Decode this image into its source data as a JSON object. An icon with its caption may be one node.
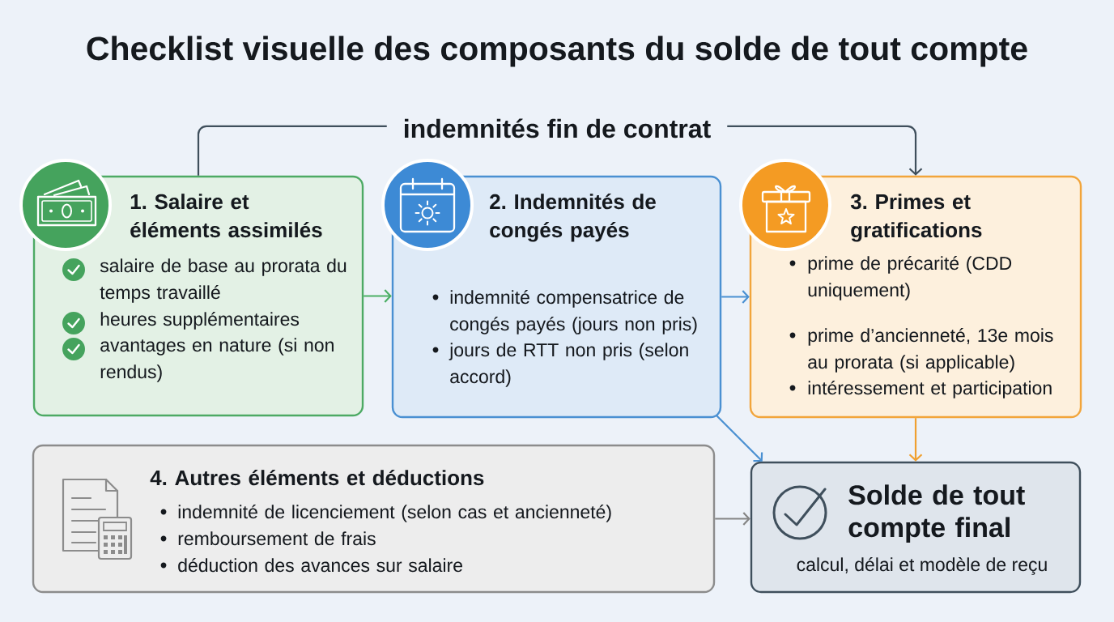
{
  "diagram": {
    "title": "Checklist visuelle des composants du solde de tout compte",
    "nodes": [
      {
        "text": [
          "1. Salaire et éléments assimilés",
          "salaire de base au prorata du temps travaillé",
          "heures supplémentaires",
          "avantages en nature (si non rendus)"
        ]
      },
      {
        "text": [
          "2. Indemnités de congés payés",
          "indemnité compensatrice de congés payés (jours non pris)",
          "jours de RTT non pris (selon accord)"
        ]
      },
      {
        "text": [
          "3. Primes et gratifications",
          "prime de précarité (CDD uniquement)",
          "prime d’ancienneté, 13e mois au prorata (si applicable)",
          "intéressement et participation"
        ]
      },
      {
        "text": [
          "4. Autres éléments et déductions",
          "indemnité de licenciement (selon cas et ancienneté)",
          "remboursement de frais",
          "déduction des avances sur salaire"
        ]
      },
      {
        "text": [
          "Solde de tout compte final",
          "calcul, délai et modèle de reçu"
        ]
      }
    ],
    "edges": [
      {
        "from": 0,
        "to": 2,
        "arrow": "to",
        "label": "indemnités fin de contrat",
        "color": "#3f4f5c"
      },
      {
        "from": 0,
        "to": 1,
        "arrow": "to",
        "color": "#4caf65"
      },
      {
        "from": 1,
        "to": 2,
        "arrow": "to",
        "color": "#4a90d2"
      },
      {
        "from": 1,
        "to": 4,
        "arrow": "to",
        "color": "#4a90d2"
      },
      {
        "from": 2,
        "to": 4,
        "arrow": "to",
        "color": "#f0a030"
      },
      {
        "from": 3,
        "to": 4,
        "arrow": "to",
        "color": "#858585"
      }
    ]
  }
}
